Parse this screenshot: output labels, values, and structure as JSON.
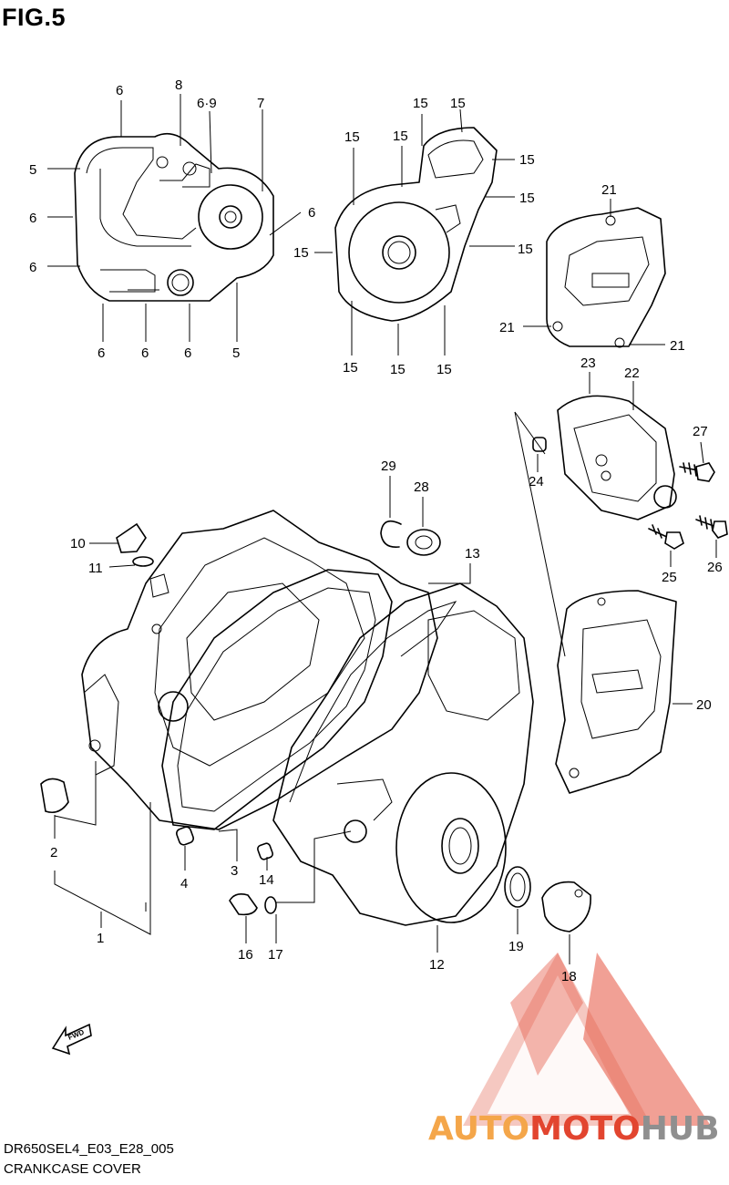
{
  "figure": {
    "title": "FIG.5",
    "code": "DR650SEL4_E03_E28_005",
    "name": "CRANKCASE COVER",
    "direction_label": "FWD"
  },
  "watermark": {
    "text_part1": "AUTO",
    "text_part2": "MOTO",
    "text_part3": "HUB",
    "color_orange": "#f4a64a",
    "color_red": "#e2452f",
    "color_gray": "#8f8f8f"
  },
  "callouts": [
    {
      "id": "c1",
      "text": "6"
    },
    {
      "id": "c2",
      "text": "8"
    },
    {
      "id": "c3",
      "text": "6·9"
    },
    {
      "id": "c4",
      "text": "7"
    },
    {
      "id": "c5",
      "text": "5"
    },
    {
      "id": "c6",
      "text": "6"
    },
    {
      "id": "c7",
      "text": "6"
    },
    {
      "id": "c8",
      "text": "6"
    },
    {
      "id": "c9",
      "text": "6"
    },
    {
      "id": "c10",
      "text": "6"
    },
    {
      "id": "c11",
      "text": "6"
    },
    {
      "id": "c12",
      "text": "5"
    },
    {
      "id": "c13",
      "text": "15"
    },
    {
      "id": "c14",
      "text": "15"
    },
    {
      "id": "c15",
      "text": "15"
    },
    {
      "id": "c16",
      "text": "15"
    },
    {
      "id": "c17",
      "text": "15"
    },
    {
      "id": "c18",
      "text": "15"
    },
    {
      "id": "c19",
      "text": "15"
    },
    {
      "id": "c20",
      "text": "15"
    },
    {
      "id": "c21",
      "text": "15"
    },
    {
      "id": "c22",
      "text": "15"
    },
    {
      "id": "c23",
      "text": "15"
    },
    {
      "id": "c24",
      "text": "21"
    },
    {
      "id": "c25",
      "text": "21"
    },
    {
      "id": "c26",
      "text": "21"
    },
    {
      "id": "c27",
      "text": "23"
    },
    {
      "id": "c28",
      "text": "22"
    },
    {
      "id": "c29",
      "text": "27"
    },
    {
      "id": "c30",
      "text": "24"
    },
    {
      "id": "c31",
      "text": "25"
    },
    {
      "id": "c32",
      "text": "26"
    },
    {
      "id": "c33",
      "text": "29"
    },
    {
      "id": "c34",
      "text": "28"
    },
    {
      "id": "c35",
      "text": "13"
    },
    {
      "id": "c36",
      "text": "10"
    },
    {
      "id": "c37",
      "text": "11"
    },
    {
      "id": "c38",
      "text": "20"
    },
    {
      "id": "c39",
      "text": "2"
    },
    {
      "id": "c40",
      "text": "4"
    },
    {
      "id": "c41",
      "text": "3"
    },
    {
      "id": "c42",
      "text": "14"
    },
    {
      "id": "c43",
      "text": "1"
    },
    {
      "id": "c44",
      "text": "16"
    },
    {
      "id": "c45",
      "text": "17"
    },
    {
      "id": "c46",
      "text": "12"
    },
    {
      "id": "c47",
      "text": "19"
    },
    {
      "id": "c48",
      "text": "18"
    }
  ]
}
